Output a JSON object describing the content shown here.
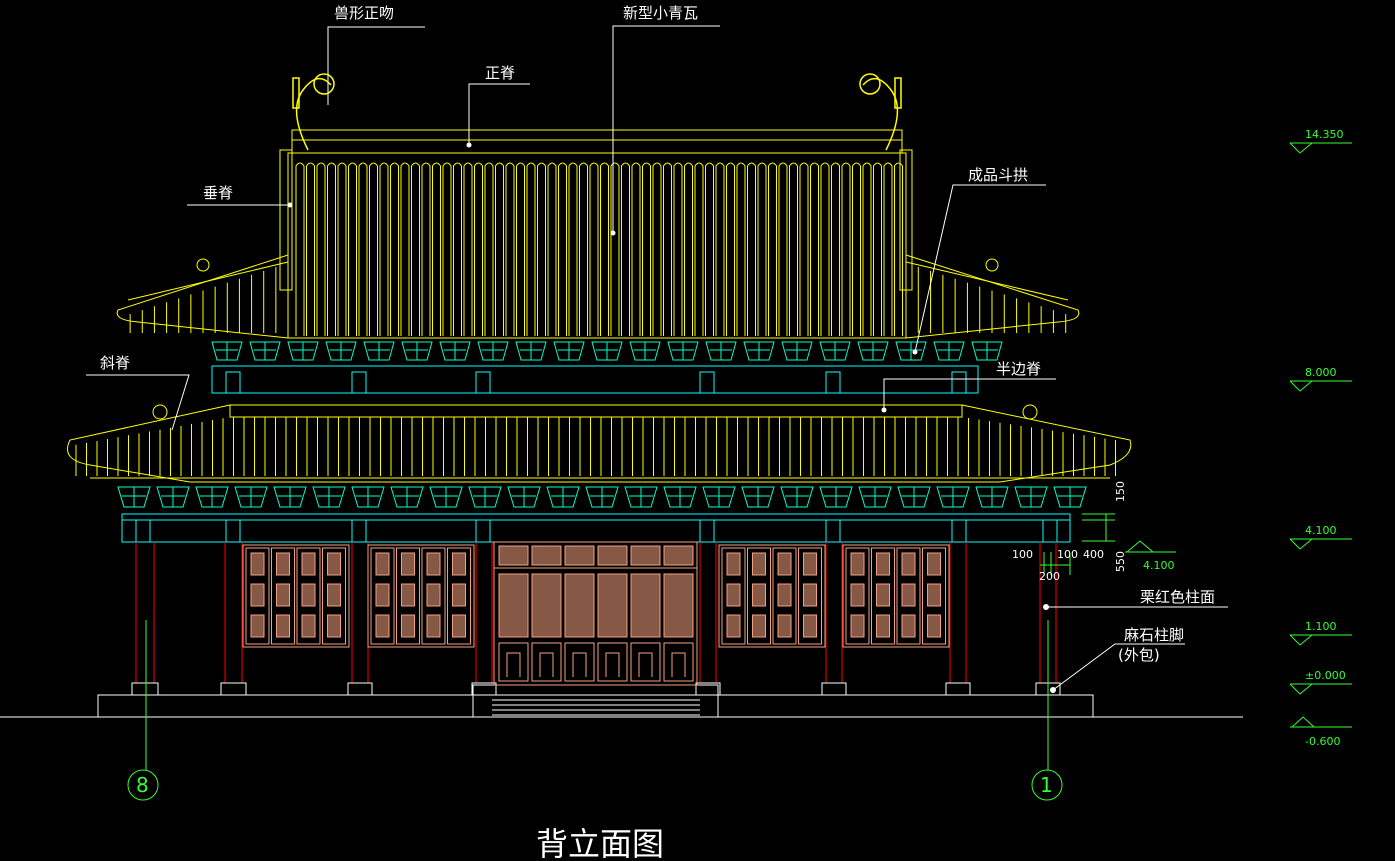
{
  "drawing": {
    "title": "背立面图",
    "colors": {
      "roof": "#ffff00",
      "bracket": "#00ffcc",
      "beam": "#00ffff",
      "column": "#ff0000",
      "lattice": "#f4a080",
      "axis": "#33ff33",
      "annotation": "#ffffff"
    },
    "annotations": {
      "ridge_ornament": "兽形正吻",
      "new_tile": "新型小青瓦",
      "main_ridge": "正脊",
      "vertical_ridge": "垂脊",
      "bracket_set": "成品斗拱",
      "diagonal_ridge": "斜脊",
      "half_ridge": "半边脊",
      "column_paint": "栗红色柱面",
      "column_base": "麻石柱脚",
      "column_base_note": "(外包)"
    },
    "elevations": [
      "14.350",
      "8.000",
      "4.100",
      "1.100",
      "±0.000",
      "-0.600"
    ],
    "dimensions": {
      "d1": "150",
      "d2": "550",
      "d3": "100",
      "d4": "100",
      "d5": "400",
      "d6": "200",
      "level": "4.100"
    },
    "axes": [
      "8",
      "1"
    ]
  }
}
